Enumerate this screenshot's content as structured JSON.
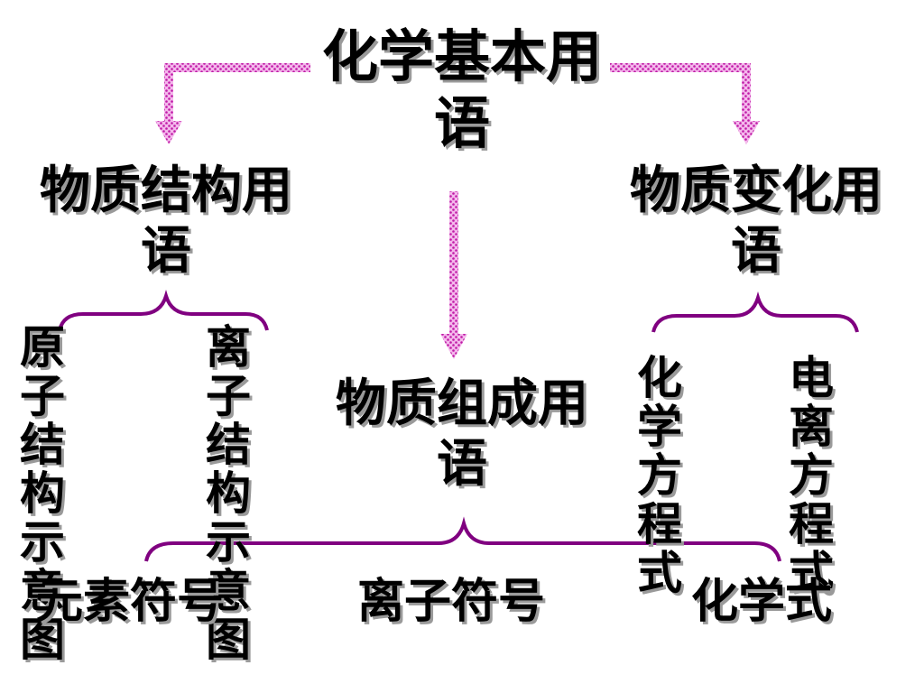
{
  "diagram": {
    "root": "化学基本用语",
    "structure_terms": {
      "label": "物质结构用语",
      "items": [
        "原子结构示意图",
        "离子结构示意图"
      ]
    },
    "composition_terms": {
      "label": "物质组成用语",
      "items": [
        "元素符号",
        "离子符号",
        "化学式"
      ]
    },
    "change_terms": {
      "label": "物质变化用语",
      "items": [
        "化学方程式",
        "电离方程式"
      ]
    }
  },
  "colors": {
    "arrow": "#e838c8",
    "brace": "#800080",
    "text_shadow": "#9a9a9a"
  }
}
